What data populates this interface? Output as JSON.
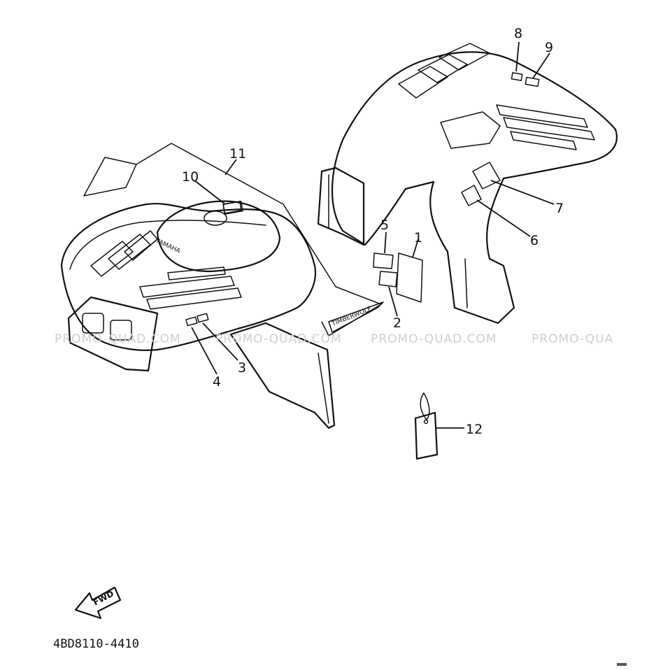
{
  "watermark": {
    "texts": [
      "PROMO-QUAD.COM",
      "PROMO-QUAD.COM",
      "PROMO-QUAD.COM",
      "PROMO-QUA"
    ]
  },
  "callouts": [
    "1",
    "2",
    "3",
    "4",
    "5",
    "6",
    "7",
    "8",
    "9",
    "10",
    "11",
    "12"
  ],
  "decals": {
    "brand_label": "YAMAHA",
    "warning_label": "TIMBERWOLF"
  },
  "fwd_label": "FWD",
  "diagram_code": "4BD8110-4410"
}
